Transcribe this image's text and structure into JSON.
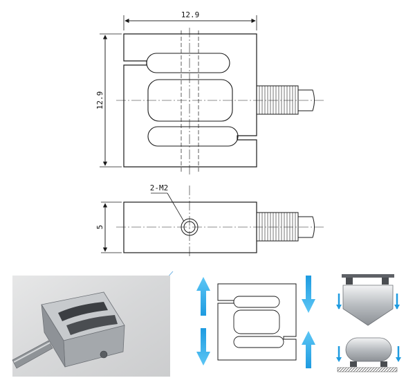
{
  "drawing": {
    "dim_width": "12.9",
    "dim_height": "12.9",
    "dim_thickness": "5",
    "thread_callout": "2-M2"
  },
  "colors": {
    "line": "#1a1a1a",
    "arrow_blue": "#1e9be0",
    "metal": "#a9adb2"
  },
  "icons": {
    "tension_compression": "double-arrow-icon",
    "hopper_mount": "hopper-weighing-icon",
    "tank_mount": "tank-weighing-icon"
  }
}
